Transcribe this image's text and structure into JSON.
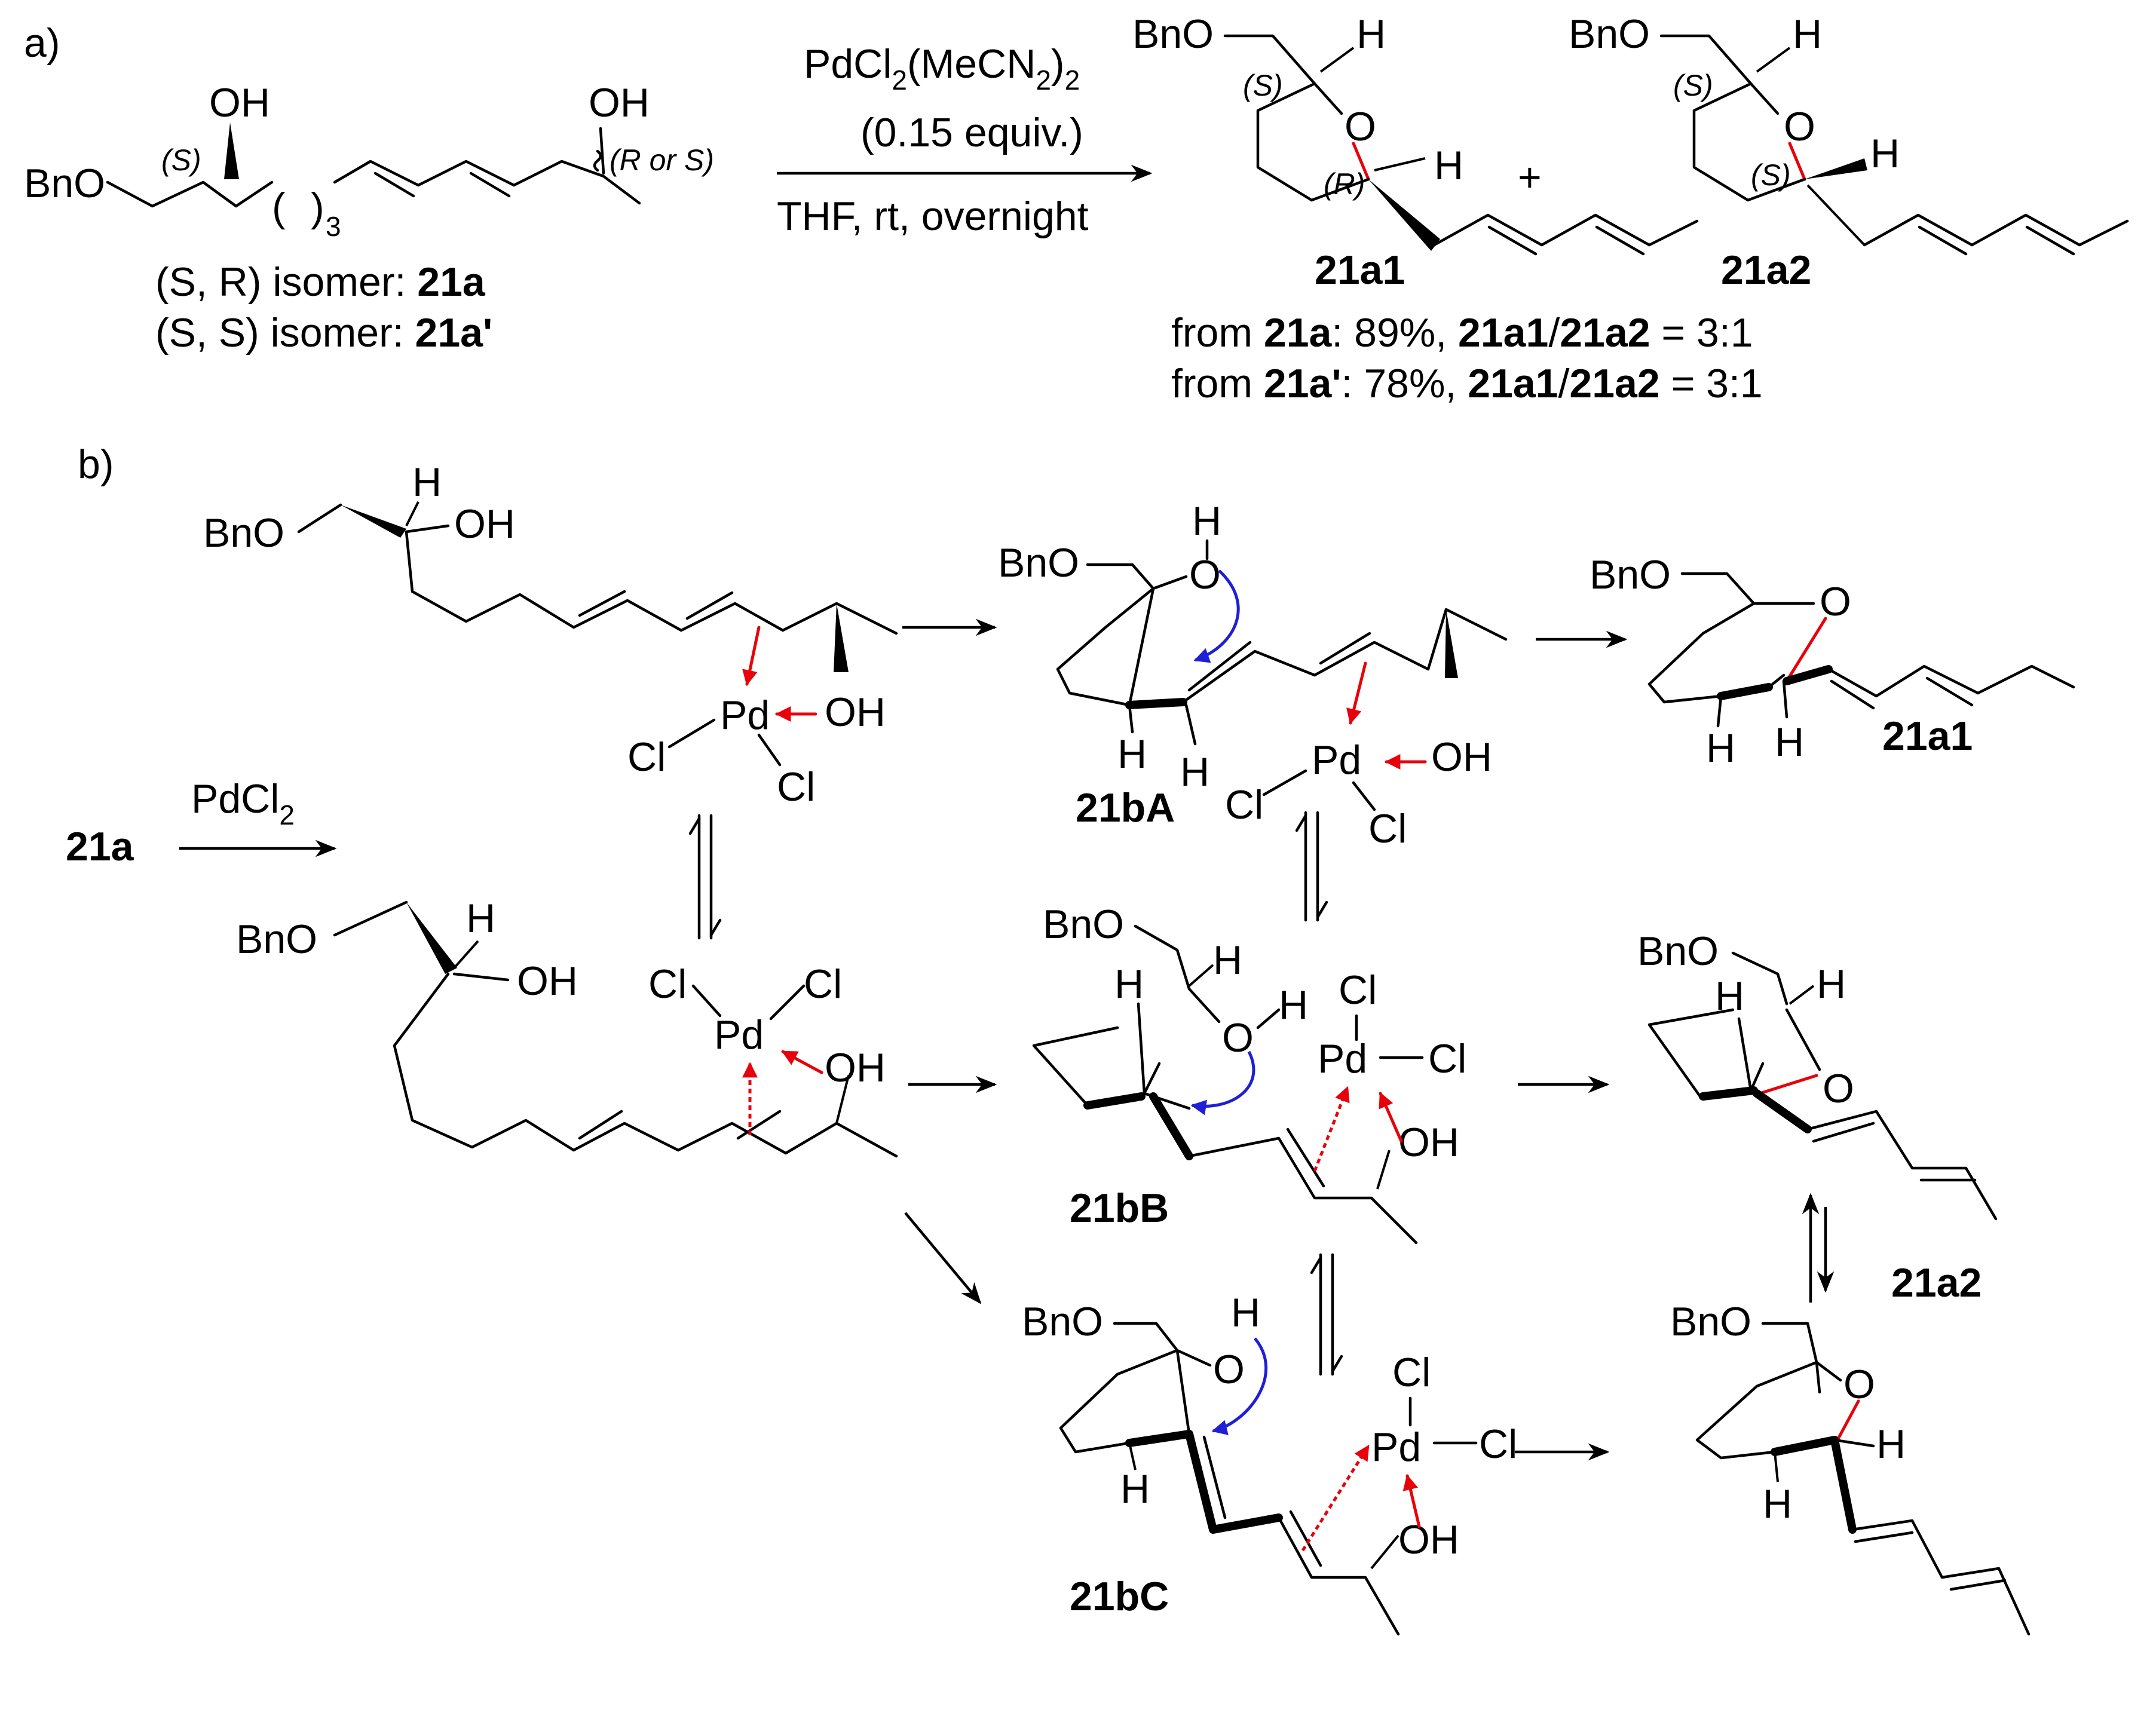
{
  "part_labels": {
    "a": "a)",
    "b": "b)"
  },
  "substrate": {
    "groups": {
      "bno": "BnO",
      "oh": "OH",
      "h": "H",
      "cl": "Cl",
      "pd": "Pd",
      "o": "O"
    },
    "chain_paren": "( )",
    "chain_sub": "3",
    "stereo_s": "(S)",
    "stereo_rs": "(R or S)",
    "isomer1": {
      "text": "(S, R) isomer: ",
      "code": "21a"
    },
    "isomer2": {
      "text": "(S, S) isomer: ",
      "code": "21a'"
    }
  },
  "conditions": {
    "catalyst": "PdCl",
    "catalyst_sub1": "2",
    "catalyst_mid": "(MeCN",
    "catalyst_sub2": "2",
    "catalyst_end": ")",
    "catalyst_sub3": "2",
    "amount": "(0.15 equiv.)",
    "solvent": "THF,  rt,  overnight"
  },
  "products": {
    "p1": {
      "code": "21a1",
      "stereo1": "(S)",
      "stereo2": "(R)"
    },
    "p2": {
      "code": "21a2",
      "stereo1": "(S)",
      "stereo2": "(S)"
    },
    "plus": "+"
  },
  "yields": {
    "line1": {
      "from": "from ",
      "code": "21a",
      "rest1": ": 89%, ",
      "c1": "21a1",
      "slash": "/",
      "c2": "21a2",
      "ratio": " = 3:1"
    },
    "line2": {
      "from": "from ",
      "code": "21a'",
      "rest1": ": 78%, ",
      "c1": "21a1",
      "slash": "/",
      "c2": "21a2",
      "ratio": " = 3:1"
    }
  },
  "mechanism": {
    "start": "21a",
    "reagent": "PdCl",
    "reagent_sub": "2",
    "intermediates": {
      "A": "21bA",
      "B": "21bB",
      "C": "21bC"
    },
    "product1": "21a1",
    "product2": "21a2"
  },
  "colors": {
    "coordination": "#e8000b",
    "electron_flow": "#1f1fd6",
    "bonds": "#000000"
  }
}
